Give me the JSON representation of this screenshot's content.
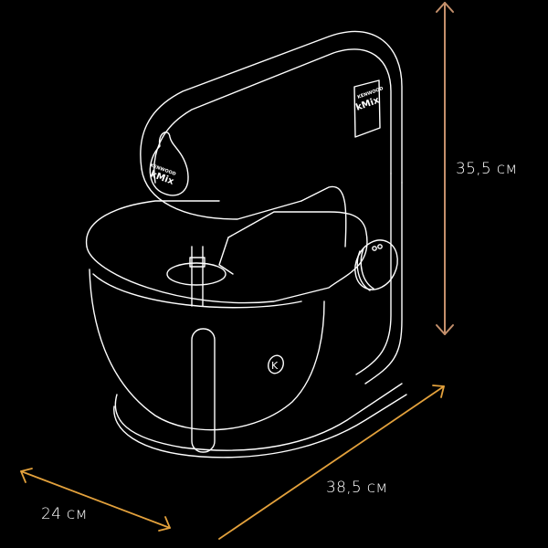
{
  "diagram": {
    "subject": "Stand mixer line drawing with dimensions",
    "brand": {
      "small_label": "KENWOOD",
      "model_label": "kMix"
    },
    "bowl_emblem": "K",
    "dimensions": {
      "height": "35,5 см",
      "width": "38,5 см",
      "depth": "24 см"
    },
    "colors": {
      "background": "#000000",
      "line_art": "#ffffff",
      "height_arrow": "#c4906c",
      "width_depth_arrows": "#e3a13c",
      "label_text": "#ffffff"
    }
  }
}
